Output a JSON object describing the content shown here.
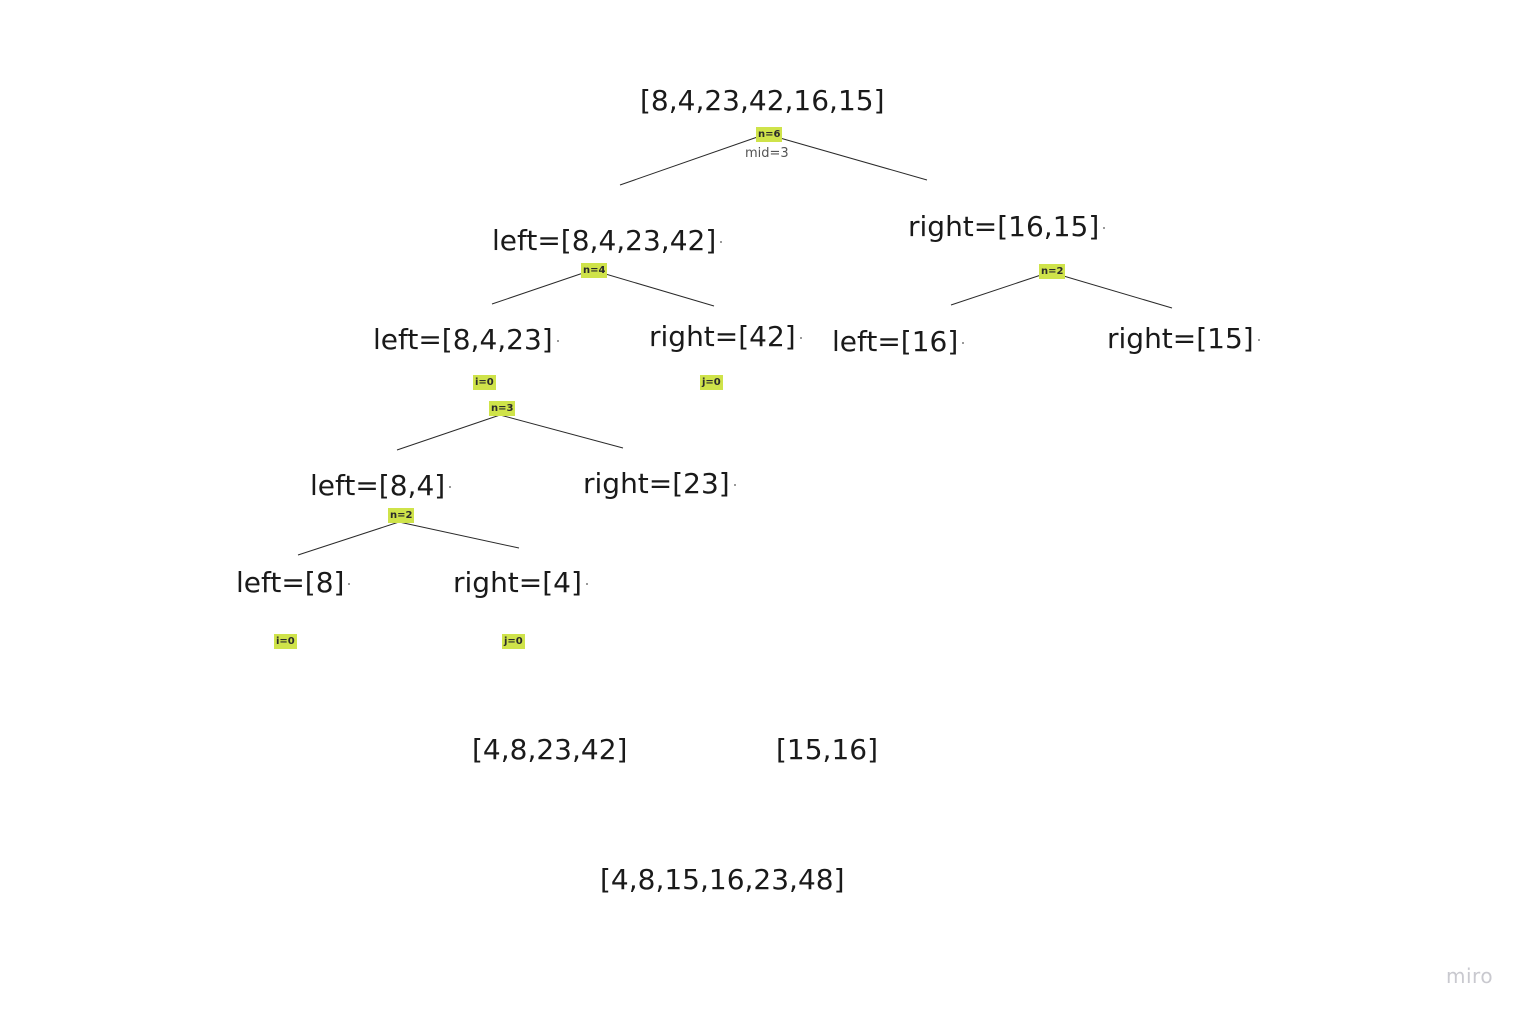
{
  "nodes": {
    "root": "[8,4,23,42,16,15]",
    "l1_left": "left=[8,4,23,42]",
    "l1_right": "right=[16,15]",
    "l2_left": "left=[8,4,23]",
    "l2_right": "right=[42]",
    "r2_left": "left=[16]",
    "r2_right": "right=[15]",
    "l3_left": "left=[8,4]",
    "l3_right": "right=[23]",
    "l4_left": "left=[8]",
    "l4_right": "right=[4]",
    "merged_left": "[4,8,23,42]",
    "merged_right": "[15,16]",
    "final": "[4,8,15,16,23,48]"
  },
  "tags": {
    "root_n": "n=6",
    "l1_n": "n=4",
    "r1_n": "n=2",
    "l2_i": "i=0",
    "l2_j": "j=0",
    "l2_n": "n=3",
    "l3_n": "n=2",
    "l4_i": "i=0",
    "l4_j": "j=0"
  },
  "notes": {
    "root_mid": "mid=3"
  },
  "watermark": "miro",
  "colors": {
    "tag_highlight": "#cfe34a",
    "line": "#2a2a2a",
    "text": "#1a1a1a"
  }
}
